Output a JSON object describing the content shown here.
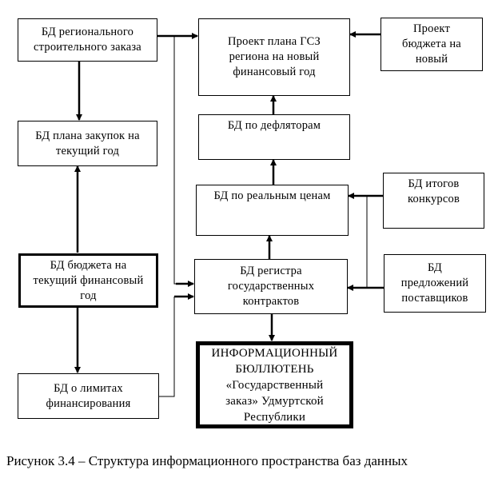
{
  "diagram": {
    "nodes": {
      "regional_construction_order": {
        "lines": [
          "БД регионального",
          "строительного заказа"
        ]
      },
      "procurement_plan_current": {
        "lines": [
          "БД плана закупок на",
          "текущий год"
        ]
      },
      "budget_current": {
        "lines": [
          "БД бюджета на",
          "текущий финансовый",
          "год"
        ]
      },
      "financing_limits": {
        "lines": [
          "БД о лимитах",
          "финансирования"
        ]
      },
      "gsz_plan_draft": {
        "lines": [
          "Проект плана ГСЗ",
          "региона на новый",
          "финансовый год"
        ]
      },
      "deflators": {
        "lines": [
          "БД по дефляторам"
        ]
      },
      "real_prices": {
        "lines": [
          "БД по реальным ценам"
        ]
      },
      "contracts_register": {
        "lines": [
          "БД регистра",
          "государственных",
          "контрактов"
        ]
      },
      "info_bulletin": {
        "lines": [
          "ИНФОРМАЦИОННЫЙ",
          "БЮЛЛЮТЕНЬ",
          "«Государственный",
          "заказ» Удмуртской",
          "Республики"
        ]
      },
      "budget_draft_new": {
        "lines": [
          "Проект",
          "бюджета на",
          "новый"
        ]
      },
      "tender_results": {
        "lines": [
          "БД итогов",
          "конкурсов"
        ]
      },
      "supplier_offers": {
        "lines": [
          "БД",
          "предложений",
          "поставщиков"
        ]
      }
    },
    "edges": [
      {
        "from": "regional_construction_order",
        "to": "gsz_plan_draft"
      },
      {
        "from": "regional_construction_order",
        "to": "procurement_plan_current"
      },
      {
        "from": "regional_construction_order",
        "to": "contracts_register"
      },
      {
        "from": "budget_current",
        "to": "procurement_plan_current"
      },
      {
        "from": "budget_current",
        "to": "financing_limits"
      },
      {
        "from": "financing_limits",
        "to": "contracts_register"
      },
      {
        "from": "budget_draft_new",
        "to": "gsz_plan_draft"
      },
      {
        "from": "deflators",
        "to": "gsz_plan_draft"
      },
      {
        "from": "real_prices",
        "to": "deflators"
      },
      {
        "from": "contracts_register",
        "to": "real_prices"
      },
      {
        "from": "contracts_register",
        "to": "info_bulletin"
      },
      {
        "from": "tender_results",
        "to": "real_prices"
      },
      {
        "from": "tender_results",
        "to": "contracts_register"
      },
      {
        "from": "supplier_offers",
        "to": "real_prices"
      },
      {
        "from": "supplier_offers",
        "to": "contracts_register"
      }
    ]
  },
  "caption": "Рисунок 3.4 – Структура информационного пространства баз данных"
}
